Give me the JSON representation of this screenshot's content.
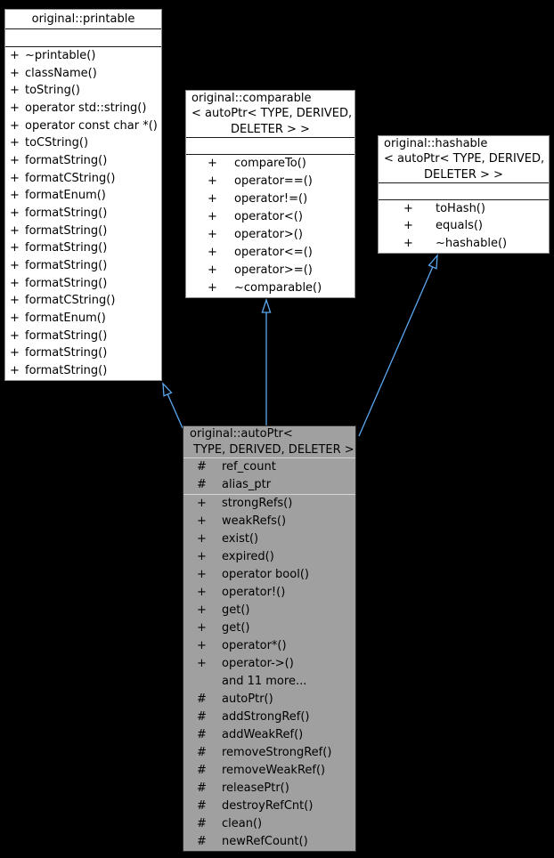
{
  "diagram": {
    "background": "#000000",
    "arrow_color": "#5aa7f0",
    "box_fill": "#ffffff",
    "highlight_fill": "#a0a0a0",
    "text_color": "#000000",
    "classes": [
      {
        "id": "printable",
        "title_lines": [
          "original::printable"
        ],
        "attributes": [],
        "methods": [
          {
            "visibility": "+",
            "label": "~printable()"
          },
          {
            "visibility": "+",
            "label": "className()"
          },
          {
            "visibility": "+",
            "label": "toString()"
          },
          {
            "visibility": "+",
            "label": "operator std::string()"
          },
          {
            "visibility": "+",
            "label": "operator const char *()"
          },
          {
            "visibility": "+",
            "label": "toCString()"
          },
          {
            "visibility": "+",
            "label": "formatString()"
          },
          {
            "visibility": "+",
            "label": "formatCString()"
          },
          {
            "visibility": "+",
            "label": "formatEnum()"
          },
          {
            "visibility": "+",
            "label": "formatString()"
          },
          {
            "visibility": "+",
            "label": "formatString()"
          },
          {
            "visibility": "+",
            "label": "formatString()"
          },
          {
            "visibility": "+",
            "label": "formatString()"
          },
          {
            "visibility": "+",
            "label": "formatString()"
          },
          {
            "visibility": "+",
            "label": "formatCString()"
          },
          {
            "visibility": "+",
            "label": "formatEnum()"
          },
          {
            "visibility": "+",
            "label": "formatString()"
          },
          {
            "visibility": "+",
            "label": "formatString()"
          },
          {
            "visibility": "+",
            "label": "formatString()"
          }
        ]
      },
      {
        "id": "comparable",
        "title_lines": [
          "original::comparable",
          "< autoPtr< TYPE, DERIVED,",
          "DELETER > >"
        ],
        "attributes": [],
        "methods": [
          {
            "visibility": "+",
            "label": "compareTo()"
          },
          {
            "visibility": "+",
            "label": "operator==()"
          },
          {
            "visibility": "+",
            "label": "operator!=()"
          },
          {
            "visibility": "+",
            "label": "operator<()"
          },
          {
            "visibility": "+",
            "label": "operator>()"
          },
          {
            "visibility": "+",
            "label": "operator<=()"
          },
          {
            "visibility": "+",
            "label": "operator>=()"
          },
          {
            "visibility": "+",
            "label": "~comparable()"
          }
        ]
      },
      {
        "id": "hashable",
        "title_lines": [
          "original::hashable",
          "< autoPtr< TYPE, DERIVED,",
          "DELETER > >"
        ],
        "attributes": [],
        "methods": [
          {
            "visibility": "+",
            "label": "toHash()"
          },
          {
            "visibility": "+",
            "label": "equals()"
          },
          {
            "visibility": "+",
            "label": "~hashable()"
          }
        ]
      },
      {
        "id": "autoPtr",
        "title_lines": [
          "original::autoPtr<",
          " TYPE, DERIVED, DELETER >"
        ],
        "attributes": [
          {
            "visibility": "#",
            "label": "ref_count"
          },
          {
            "visibility": "#",
            "label": "alias_ptr"
          }
        ],
        "methods": [
          {
            "visibility": "+",
            "label": "strongRefs()"
          },
          {
            "visibility": "+",
            "label": "weakRefs()"
          },
          {
            "visibility": "+",
            "label": "exist()"
          },
          {
            "visibility": "+",
            "label": "expired()"
          },
          {
            "visibility": "+",
            "label": "operator bool()"
          },
          {
            "visibility": "+",
            "label": "operator!()"
          },
          {
            "visibility": "+",
            "label": "get()"
          },
          {
            "visibility": "+",
            "label": "get()"
          },
          {
            "visibility": "+",
            "label": "operator*()"
          },
          {
            "visibility": "+",
            "label": "operator->()"
          },
          {
            "visibility": "",
            "label": "and 11 more..."
          },
          {
            "visibility": "#",
            "label": "autoPtr()"
          },
          {
            "visibility": "#",
            "label": "addStrongRef()"
          },
          {
            "visibility": "#",
            "label": "addWeakRef()"
          },
          {
            "visibility": "#",
            "label": "removeStrongRef()"
          },
          {
            "visibility": "#",
            "label": "removeWeakRef()"
          },
          {
            "visibility": "#",
            "label": "releasePtr()"
          },
          {
            "visibility": "#",
            "label": "destroyRefCnt()"
          },
          {
            "visibility": "#",
            "label": "clean()"
          },
          {
            "visibility": "#",
            "label": "newRefCount()"
          }
        ]
      }
    ]
  }
}
